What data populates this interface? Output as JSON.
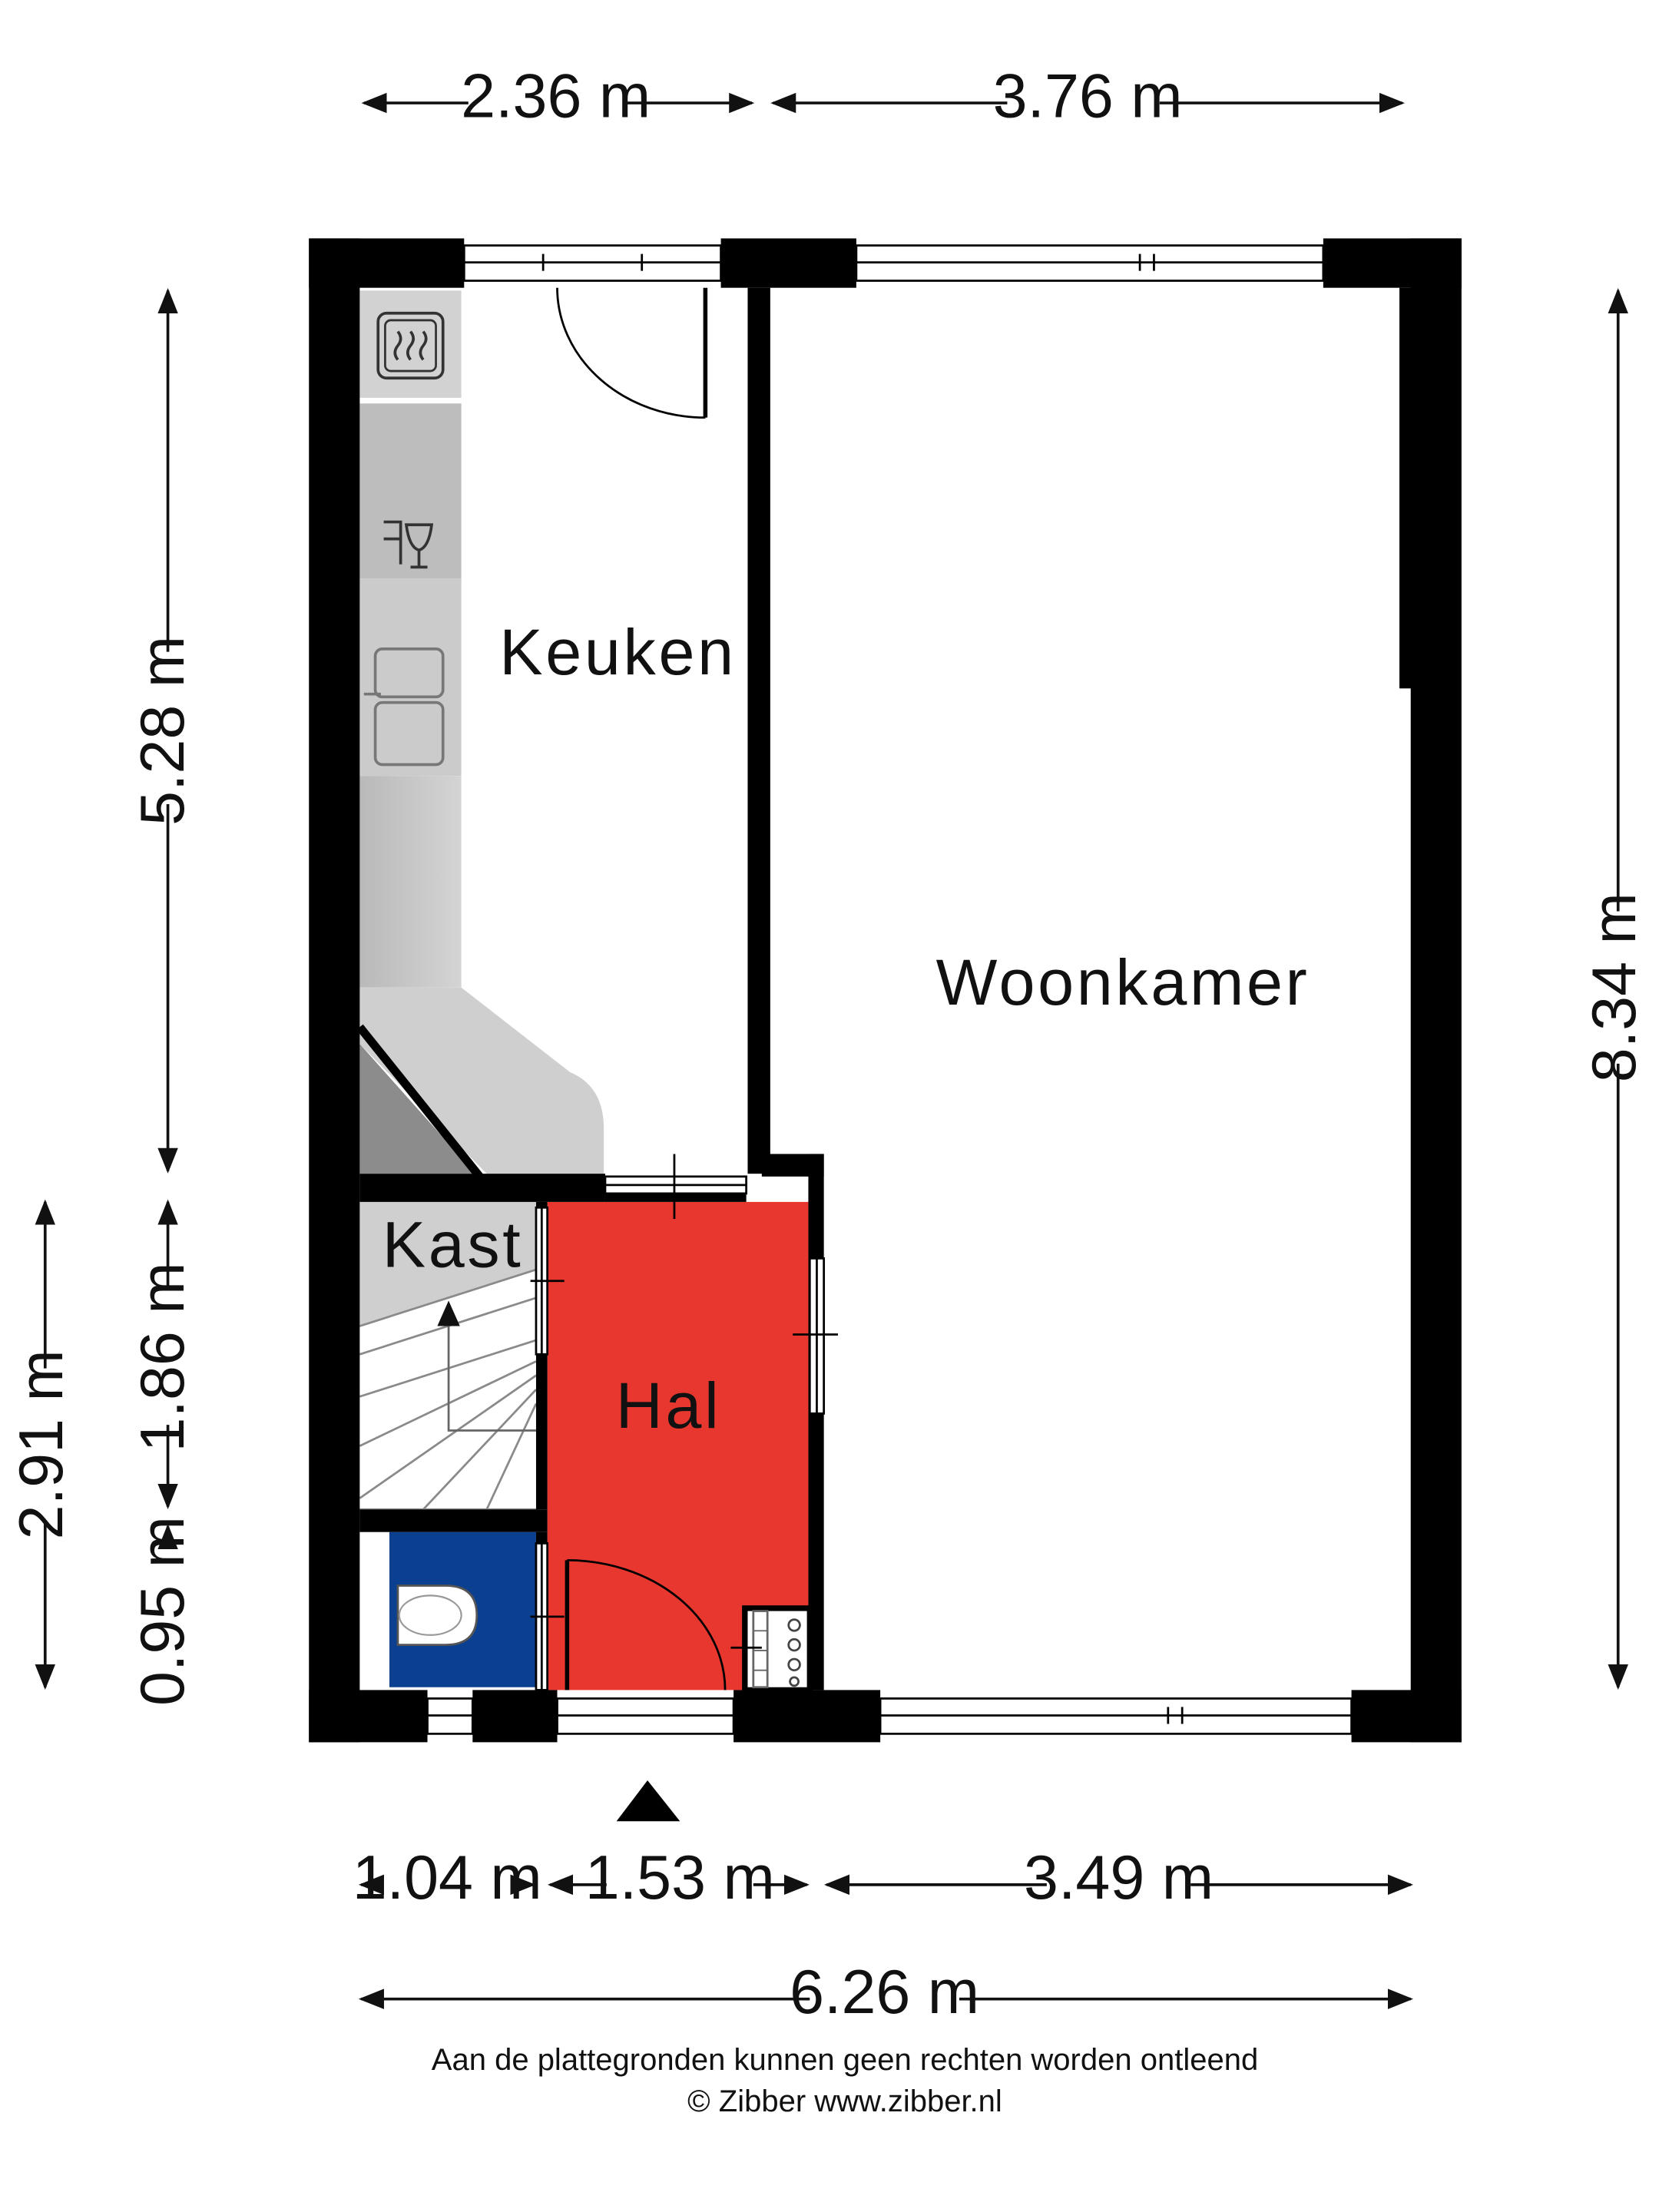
{
  "dimensions": {
    "top_left": "2.36 m",
    "top_right": "3.76 m",
    "left_upper": "5.28 m",
    "left_middle": "1.86 m",
    "left_lower": "0.95 m",
    "left_outer": "2.91 m",
    "right_total": "8.34 m",
    "bottom_1": "1.04 m",
    "bottom_2": "1.53 m",
    "bottom_3": "3.49 m",
    "bottom_total": "6.26 m"
  },
  "rooms": {
    "kitchen": "Keuken",
    "living": "Woonkamer",
    "closet": "Kast",
    "hall": "Hal"
  },
  "colors": {
    "wall": "#000000",
    "hall": "#e8372f",
    "toilet": "#0b3f8f",
    "counter": "#c8c8c8",
    "closet": "#cfcfcf"
  },
  "footer": {
    "disclaimer": "Aan de plattegronden kunnen geen rechten worden ontleend",
    "copyright": "© Zibber www.zibber.nl"
  }
}
